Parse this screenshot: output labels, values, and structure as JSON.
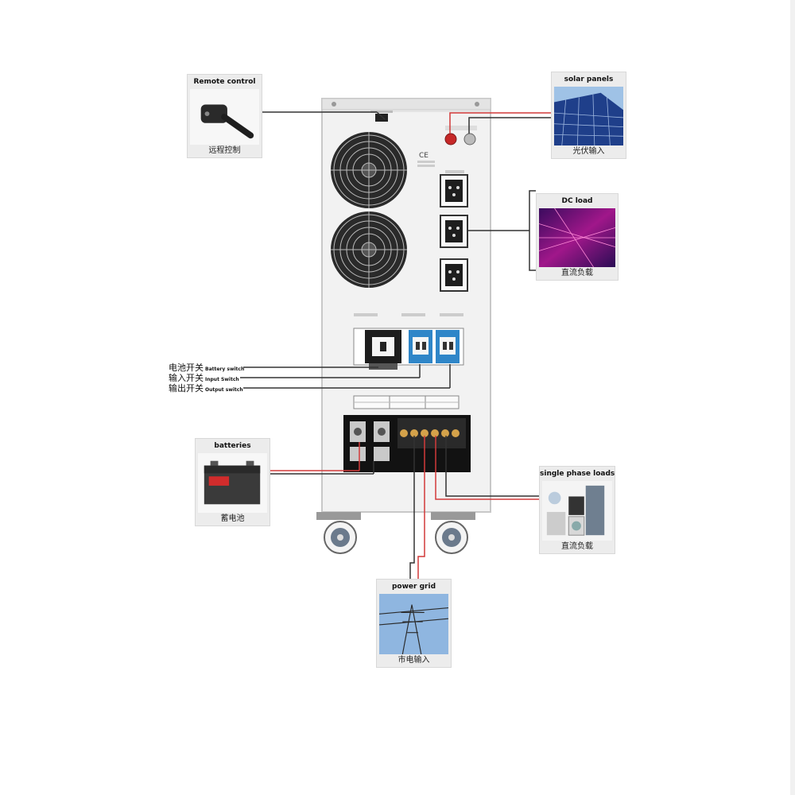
{
  "cards": {
    "remote_control": {
      "title": "Remote control",
      "caption": "远程控制"
    },
    "solar_panels": {
      "title": "solar panels",
      "caption": "光伏输入"
    },
    "dc_load": {
      "title": "DC load",
      "caption": "直流负载"
    },
    "batteries": {
      "title": "batteries",
      "caption": "蓄电池"
    },
    "single_phase_loads": {
      "title": "single phase loads",
      "caption": "直流负载"
    },
    "power_grid": {
      "title": "power grid",
      "caption": "市电输入"
    }
  },
  "switch_labels": [
    {
      "zh": "电池开关",
      "en": "Battery switch"
    },
    {
      "zh": "输入开关",
      "en": "Input Switch"
    },
    {
      "zh": "输出开关",
      "en": "Output switch"
    }
  ],
  "colors": {
    "cabinet": "#f2f2f2",
    "wire_red": "#d23a3a",
    "wire_black": "#333333",
    "breaker_blue": "#2f86c8"
  }
}
